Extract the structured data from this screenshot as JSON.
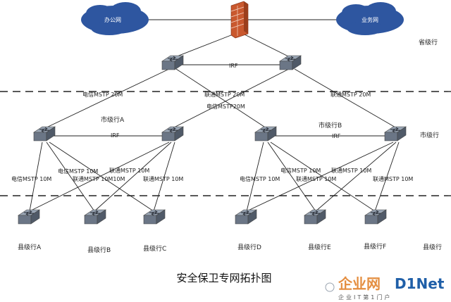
{
  "diagram": {
    "title": "安全保卫专网拓扑图",
    "clouds": {
      "office": "办公网",
      "business": "业务网"
    },
    "tiers": {
      "province": "省级行",
      "city": "市级行",
      "county_side": "县级行"
    },
    "city_groups": {
      "a": "市级行A",
      "b": "市级行B"
    },
    "irf": "IRF",
    "links": {
      "telecom_20m": "电信MSTP 20M",
      "unicom_20m_mid": "联通MSTP 20M",
      "telecom_20m_mid": "电信MSTP20M",
      "unicom_20m_right": "联通MSTP 20M",
      "telecom_10m_a1": "电信MSTP 10M",
      "telecom_10m_a2": "电信MSTP 10M",
      "unicom_10m_a1": "联通MSTP 10M",
      "unicom_10m_a2": "联通MSTP 10M10M",
      "unicom_10m_a3": "联通MSTP 10M",
      "telecom_10m_b1": "电信MSTP 10M",
      "telecom_10m_b2": "电信MSTP 10M",
      "unicom_10m_b1": "联通MSTP 10M",
      "unicom_10m_b2": "联通MSTP 10M",
      "unicom_10m_b3": "联通MSTP 10M"
    },
    "counties": [
      "县级行A",
      "县级行B",
      "县级行C",
      "县级行D",
      "县级行E",
      "县级行F"
    ]
  },
  "watermark": {
    "brand_left": "企业网",
    "brand_right": "D1Net",
    "tagline": "企业IT第1门户"
  },
  "colors": {
    "cloud": "#2e56a0",
    "switch_top": "#8d99a8",
    "switch_side": "#5d6877",
    "firewall": "#c9582e",
    "line": "#222222",
    "wm_orange": "#e07b1f",
    "wm_blue": "#1f5fa8"
  }
}
